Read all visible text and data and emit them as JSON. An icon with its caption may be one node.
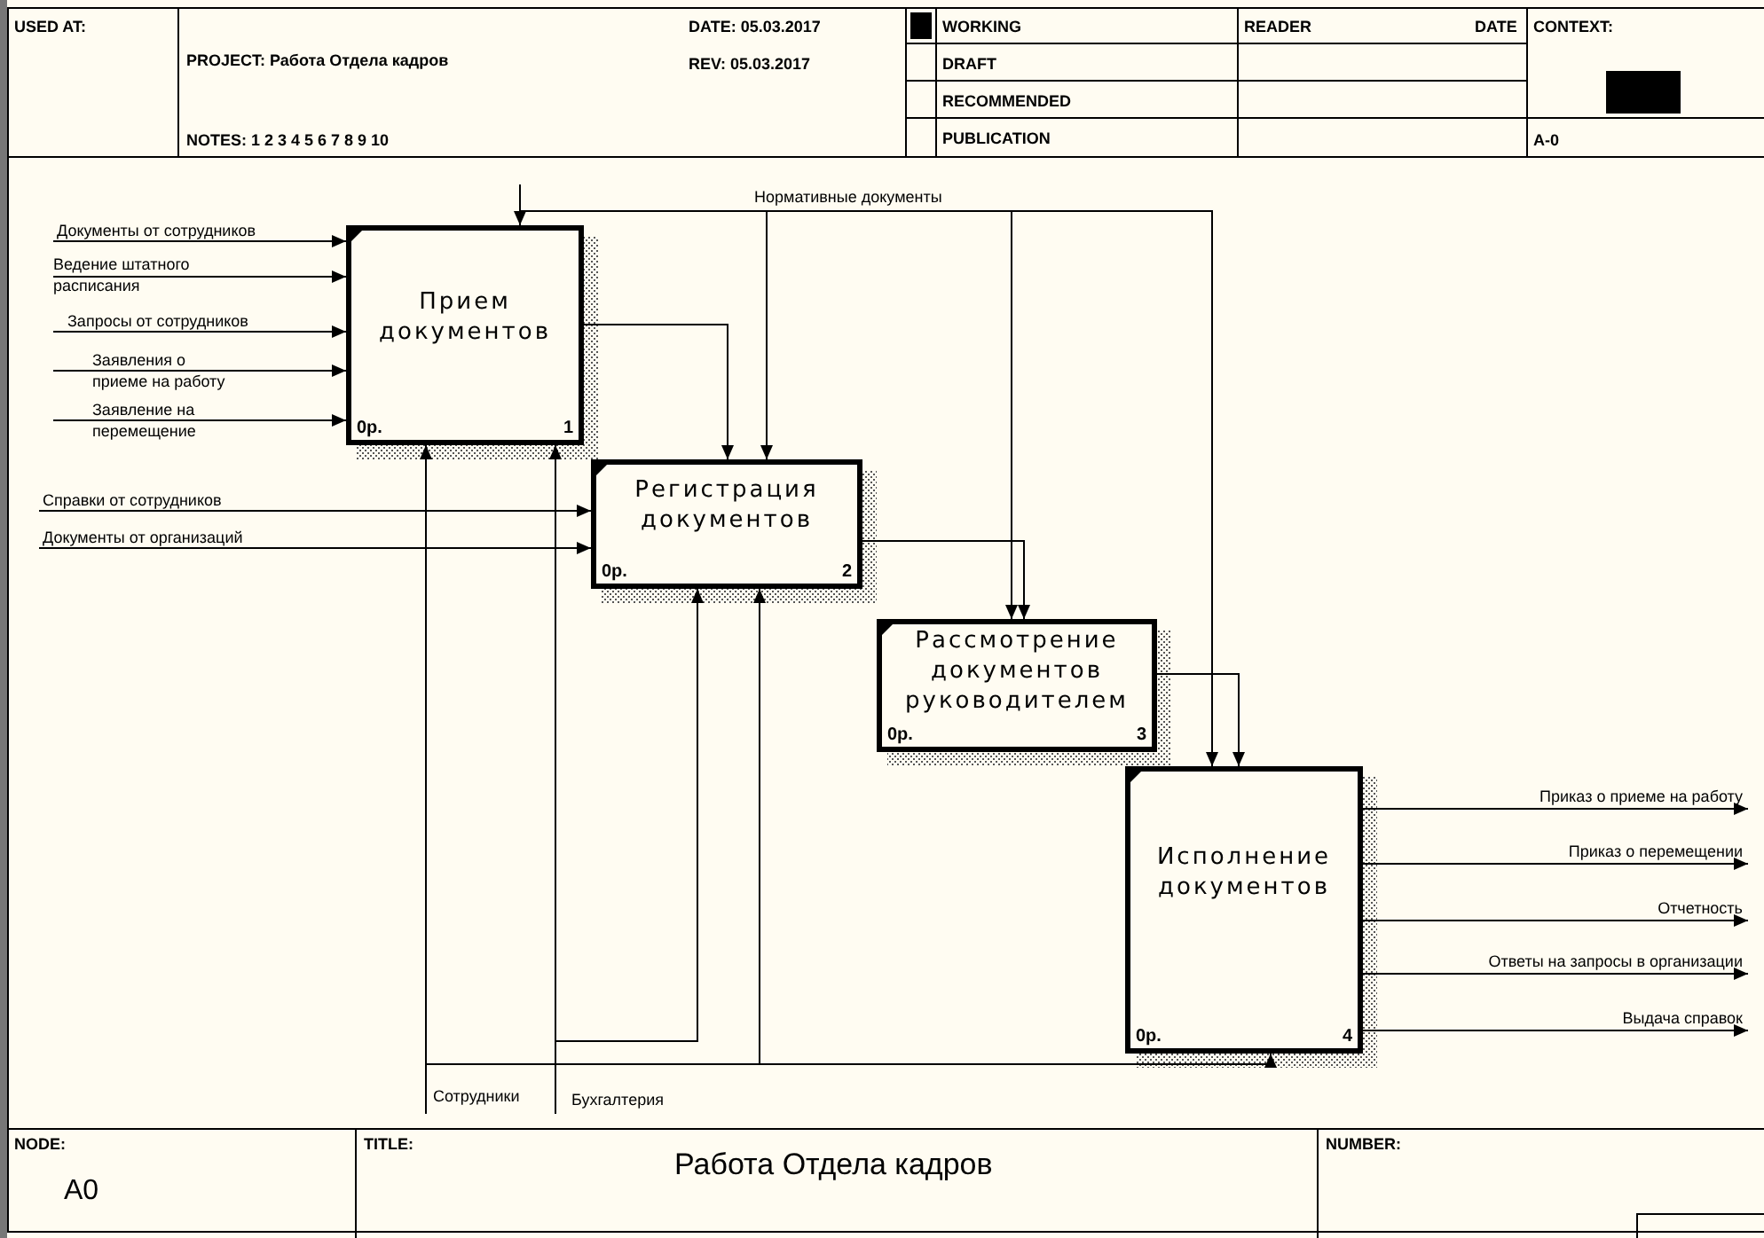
{
  "diagram": {
    "title": "Работа Отдела кадров",
    "nodes": [
      {
        "text": [
          "Прием документов",
          "0р.",
          "1"
        ]
      },
      {
        "text": [
          "Регистрация документов",
          "0р.",
          "2"
        ]
      },
      {
        "text": [
          "Рассмотрение документов руководителем",
          "0р.",
          "3"
        ]
      },
      {
        "text": [
          "Исполнение документов",
          "0р.",
          "4"
        ]
      }
    ],
    "edges": [
      {
        "from": null,
        "to": 0,
        "arrow": "to",
        "label": "Документы от сотрудников"
      },
      {
        "from": null,
        "to": 0,
        "arrow": "to",
        "label": "Ведение штатного расписания"
      },
      {
        "from": null,
        "to": 0,
        "arrow": "to",
        "label": "Запросы от сотрудников"
      },
      {
        "from": null,
        "to": 0,
        "arrow": "to",
        "label": "Заявления о приеме на работу"
      },
      {
        "from": null,
        "to": 0,
        "arrow": "to",
        "label": "Заявление на перемещение"
      },
      {
        "from": null,
        "to": 1,
        "arrow": "to",
        "label": "Справки от сотрудников"
      },
      {
        "from": null,
        "to": 1,
        "arrow": "to",
        "label": "Документы от организаций"
      },
      {
        "from": null,
        "to": 0,
        "arrow": "to"
      },
      {
        "from": null,
        "to": 1,
        "arrow": "to",
        "label": "Нормативные документы"
      },
      {
        "from": null,
        "to": 2,
        "arrow": "to"
      },
      {
        "from": null,
        "to": 3,
        "arrow": "to"
      },
      {
        "from": 0,
        "to": 1,
        "arrow": "to"
      },
      {
        "from": 1,
        "to": 2,
        "arrow": "to"
      },
      {
        "from": 2,
        "to": 3,
        "arrow": "to"
      },
      {
        "from": 3,
        "to": null,
        "arrow": "to",
        "label": "Приказ о приеме на работу"
      },
      {
        "from": 3,
        "to": null,
        "arrow": "to",
        "label": "Приказ о перемещении"
      },
      {
        "from": 3,
        "to": null,
        "arrow": "to",
        "label": "Отчетность"
      },
      {
        "from": 3,
        "to": null,
        "arrow": "to",
        "label": "Ответы на запросы в организации"
      },
      {
        "from": 3,
        "to": null,
        "arrow": "to",
        "label": "Выдача справок"
      },
      {
        "from": null,
        "to": 0,
        "arrow": "to",
        "label": "Сотрудники"
      },
      {
        "from": null,
        "to": 1,
        "arrow": "to"
      },
      {
        "from": null,
        "to": 3,
        "arrow": "to"
      },
      {
        "from": null,
        "to": 0,
        "arrow": "to",
        "label": "Бухгалтерия"
      },
      {
        "from": null,
        "to": 1,
        "arrow": "to"
      }
    ],
    "labels": [
      "USED AT:",
      "PROJECT: Работа Отдела кадров",
      "NOTES: 1 2 3 4 5 6 7 8 9 10",
      "DATE: 05.03.2017",
      "REV: 05.03.2017",
      "WORKING",
      "DRAFT",
      "RECOMMENDED",
      "PUBLICATION",
      "READER",
      "DATE",
      "CONTEXT:",
      "A-0",
      "NODE:",
      "A0",
      "TITLE:",
      "NUMBER:"
    ]
  }
}
